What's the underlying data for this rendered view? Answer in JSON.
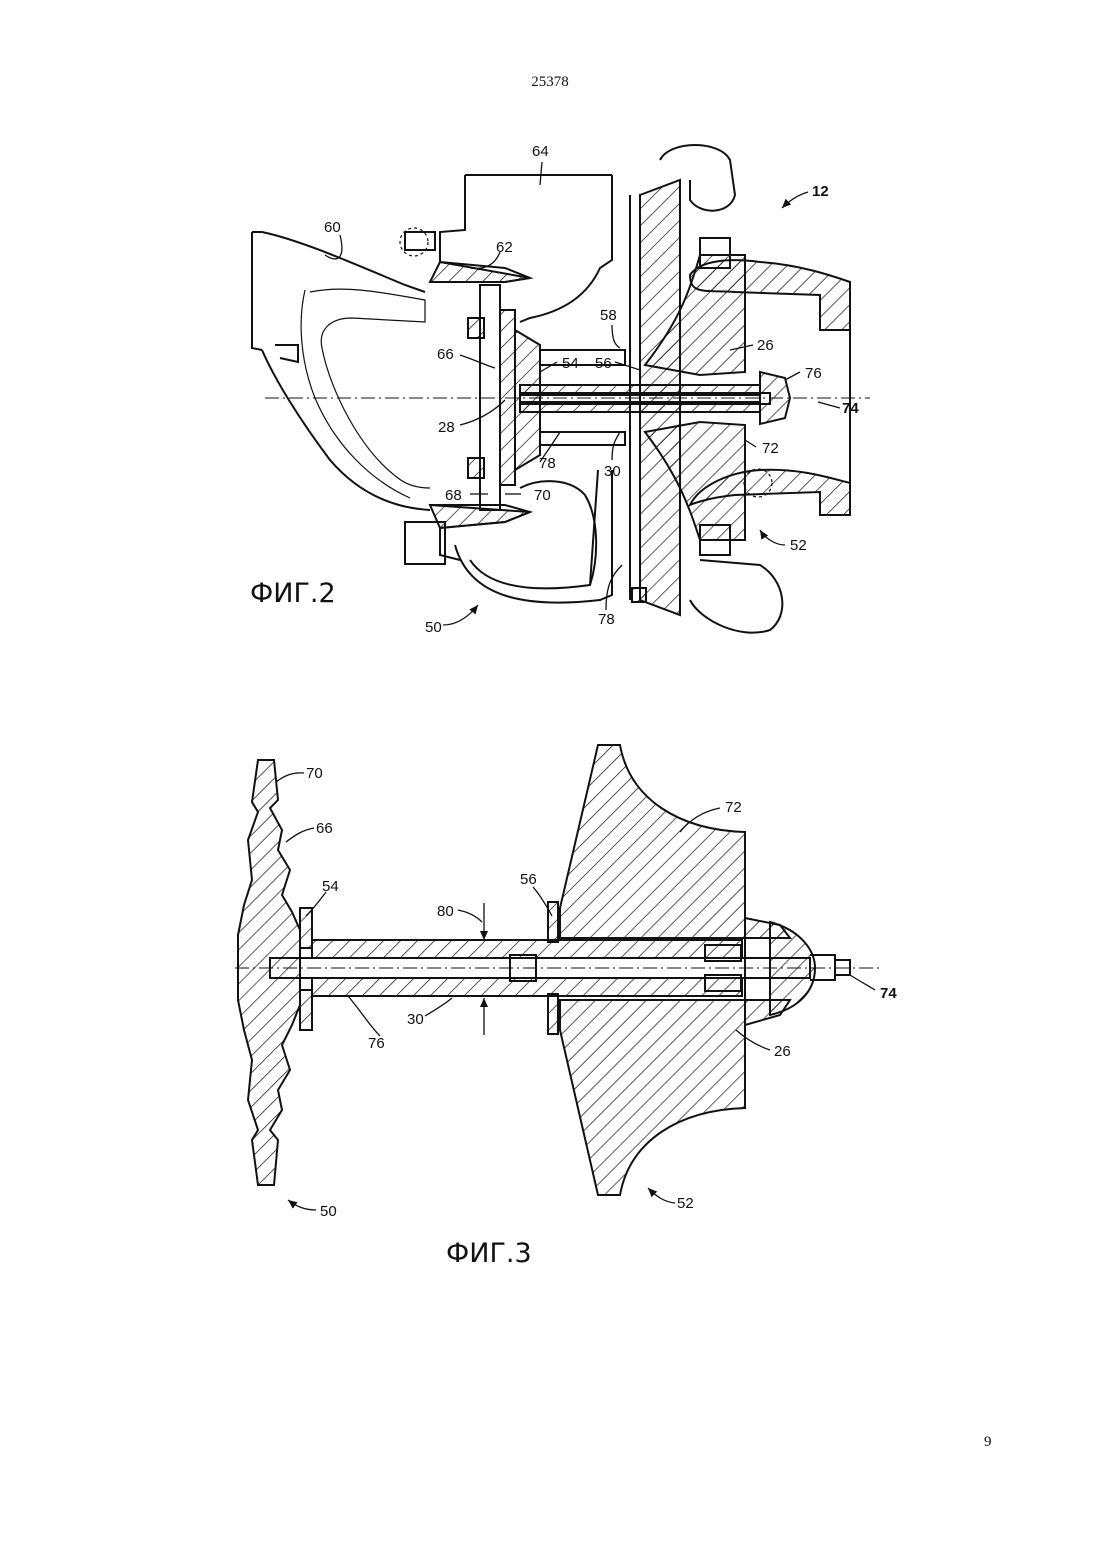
{
  "header": {
    "document_number": "25378"
  },
  "footer": {
    "page_number": "9"
  },
  "figure2": {
    "caption": "ФИГ.2",
    "labels": {
      "l12": "12",
      "l26": "26",
      "l28": "28",
      "l30": "30",
      "l50": "50",
      "l52": "52",
      "l54": "54",
      "l56": "56",
      "l58": "58",
      "l60": "60",
      "l62": "62",
      "l64": "64",
      "l66": "66",
      "l68": "68",
      "l70": "70",
      "l72": "72",
      "l74": "74",
      "l76": "76",
      "l78a": "78",
      "l78b": "78"
    }
  },
  "figure3": {
    "caption": "ФИГ.3",
    "labels": {
      "l26": "26",
      "l30": "30",
      "l50": "50",
      "l52": "52",
      "l54": "54",
      "l56": "56",
      "l66": "66",
      "l70": "70",
      "l72": "72",
      "l74": "74",
      "l76": "76",
      "l80": "80"
    }
  }
}
